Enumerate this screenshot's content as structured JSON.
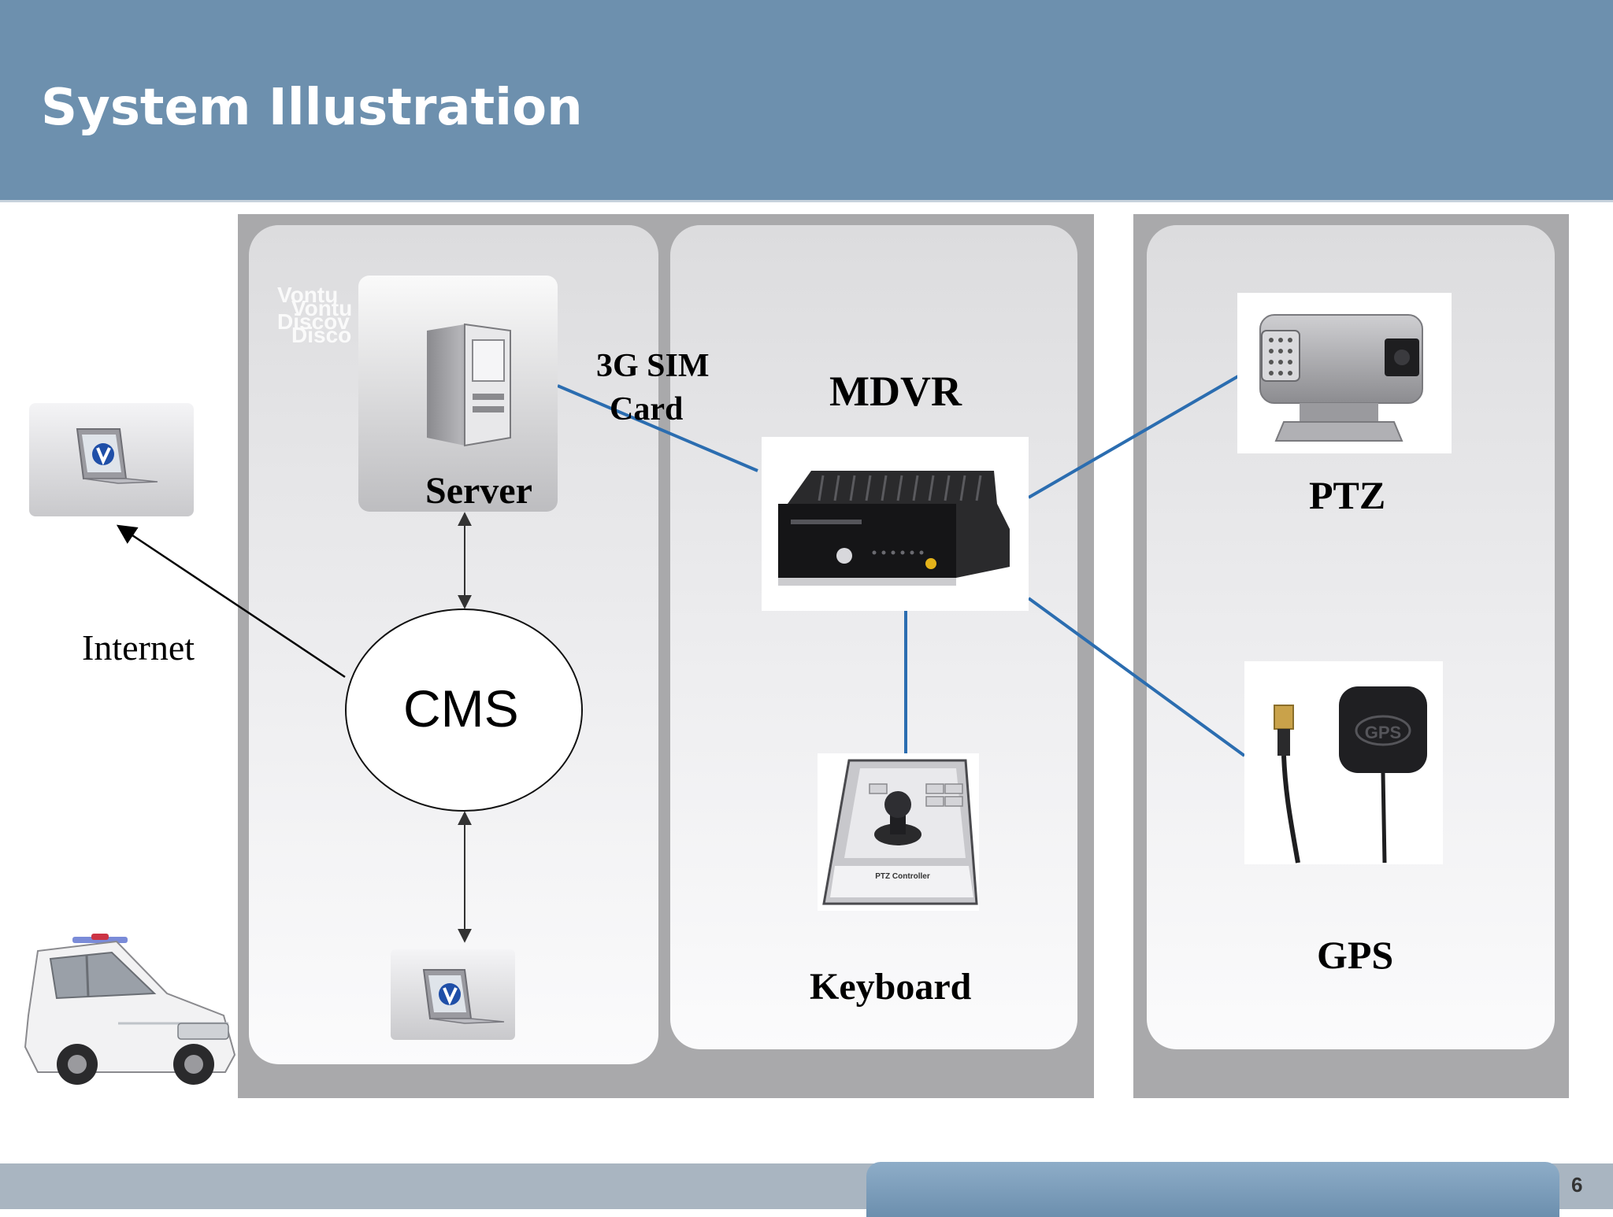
{
  "slide": {
    "title": "System Illustration",
    "page_number": "6"
  },
  "diagram": {
    "labels": {
      "server": "Server",
      "sim_card_line1": "3G SIM",
      "sim_card_line2": "Card",
      "mdvr": "MDVR",
      "ptz": "PTZ",
      "gps": "GPS",
      "keyboard": "Keyboard",
      "internet": "Internet",
      "cms": "CMS",
      "gps_device_text": "GPS",
      "keyboard_device_text": "PTZ Controller"
    },
    "watermark_lines": [
      "Vontu",
      "Vontu",
      "Discov",
      "Disco"
    ]
  },
  "colors": {
    "header": "#6d90ae",
    "link_blue": "#2b6db0",
    "arrow": "#333333",
    "frame": "#a9a9ab"
  }
}
